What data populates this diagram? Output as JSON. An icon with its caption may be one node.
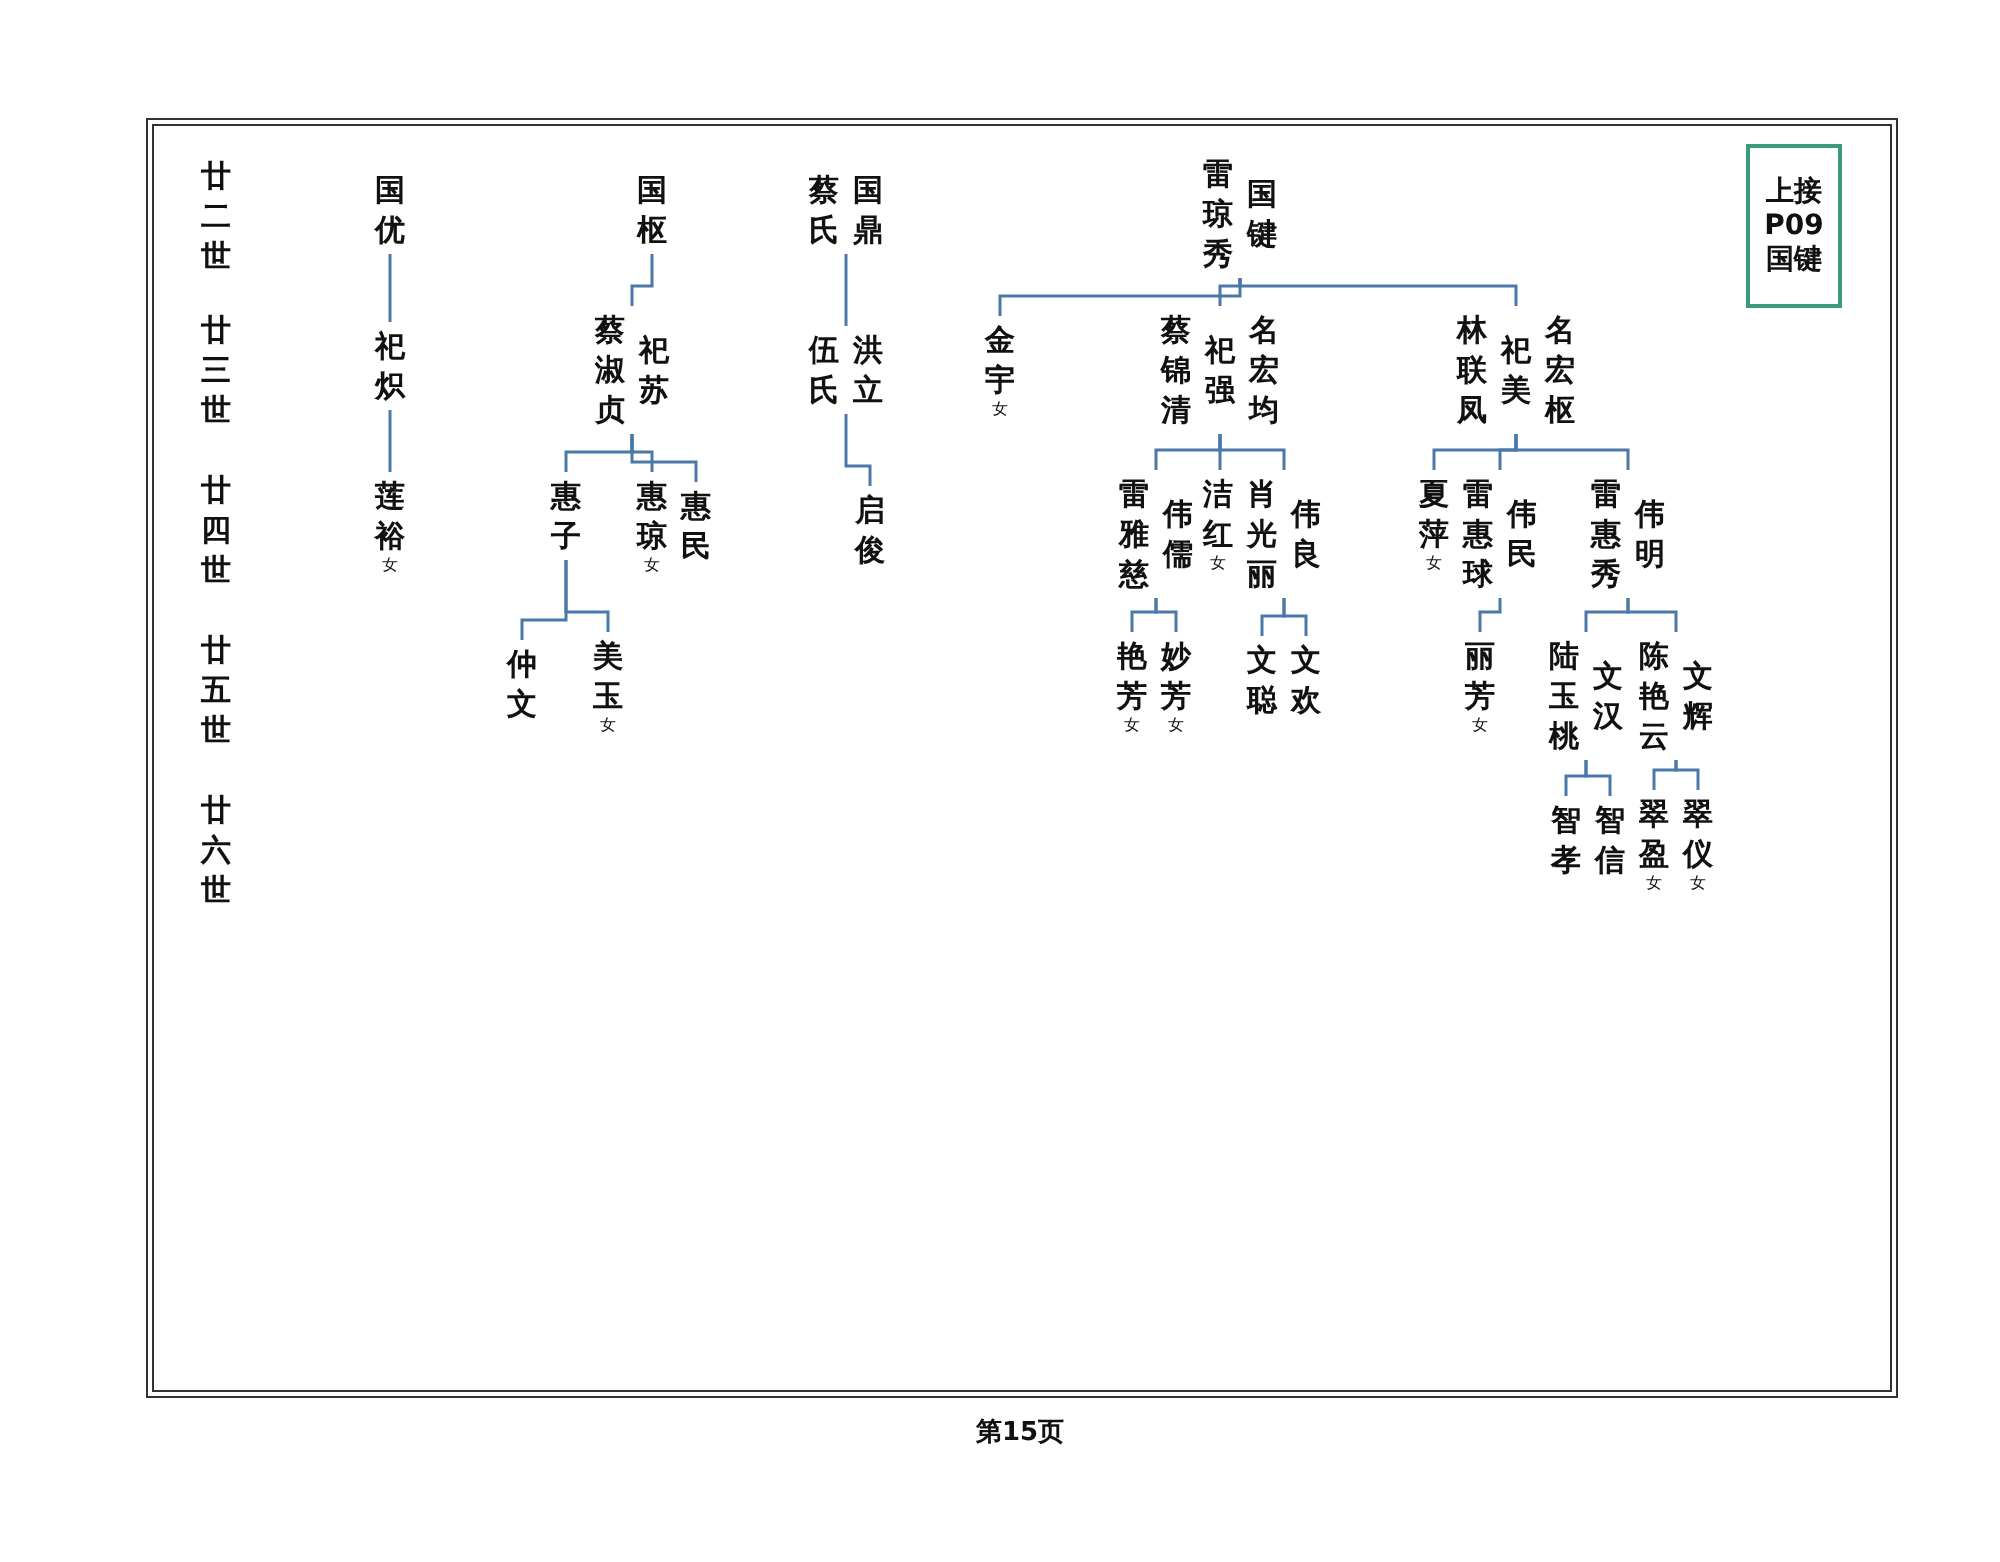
{
  "diagram": {
    "nodes": [
      {
        "text": [
          "国优"
        ]
      },
      {
        "text": [
          "祀炽"
        ]
      },
      {
        "text": [
          "莲裕"
        ],
        "beside": [
          "女"
        ]
      },
      {
        "text": [
          "国枢"
        ]
      },
      {
        "text": [
          "蔡淑贞",
          "祀苏"
        ]
      },
      {
        "text": [
          "惠子"
        ]
      },
      {
        "text": [
          "惠琼"
        ],
        "beside": [
          "女"
        ]
      },
      {
        "text": [
          "惠民"
        ]
      },
      {
        "text": [
          "仲文"
        ]
      },
      {
        "text": [
          "美玉"
        ],
        "beside": [
          "女"
        ]
      },
      {
        "text": [
          "蔡氏",
          "国鼎"
        ]
      },
      {
        "text": [
          "伍氏",
          "洪立"
        ]
      },
      {
        "text": [
          "启俊"
        ]
      },
      {
        "text": [
          "雷琼秀",
          "国键"
        ]
      },
      {
        "text": [
          "金宇"
        ],
        "beside": [
          "女"
        ]
      },
      {
        "text": [
          "蔡锦清",
          "祀强",
          "名宏均"
        ]
      },
      {
        "text": [
          "雷雅慈",
          "伟儒"
        ]
      },
      {
        "text": [
          "洁红"
        ],
        "beside": [
          "女"
        ]
      },
      {
        "text": [
          "肖光丽",
          "伟良"
        ]
      },
      {
        "text": [
          "艳芳"
        ],
        "beside": [
          "女"
        ]
      },
      {
        "text": [
          "妙芳"
        ],
        "beside": [
          "女"
        ]
      },
      {
        "text": [
          "文聪"
        ]
      },
      {
        "text": [
          "文欢"
        ]
      },
      {
        "text": [
          "林联凤",
          "祀美",
          "名宏枢"
        ]
      },
      {
        "text": [
          "夏萍"
        ],
        "beside": [
          "女"
        ]
      },
      {
        "text": [
          "雷惠球",
          "伟民"
        ]
      },
      {
        "text": [
          "雷惠秀",
          "伟明"
        ]
      },
      {
        "text": [
          "丽芳"
        ],
        "beside": [
          "女"
        ]
      },
      {
        "text": [
          "陆玉桃",
          "文汉"
        ]
      },
      {
        "text": [
          "陈艳云",
          "文辉"
        ]
      },
      {
        "text": [
          "智孝"
        ]
      },
      {
        "text": [
          "智信"
        ]
      },
      {
        "text": [
          "翠盈"
        ],
        "beside": [
          "女"
        ]
      },
      {
        "text": [
          "翠仪"
        ],
        "beside": [
          "女"
        ]
      },
      {
        "text": [
          "上接P09国键"
        ]
      }
    ],
    "edges": [
      {
        "from": 0,
        "to": 1,
        "arrow": "none"
      },
      {
        "from": 1,
        "to": 2,
        "arrow": "none"
      },
      {
        "from": 3,
        "to": 4,
        "arrow": "none"
      },
      {
        "from": 4,
        "to": 5,
        "arrow": "none"
      },
      {
        "from": 4,
        "to": 6,
        "arrow": "none"
      },
      {
        "from": 4,
        "to": 7,
        "arrow": "none"
      },
      {
        "from": 5,
        "to": 8,
        "arrow": "none"
      },
      {
        "from": 5,
        "to": 9,
        "arrow": "none"
      },
      {
        "from": 10,
        "to": 11,
        "arrow": "none"
      },
      {
        "from": 11,
        "to": 12,
        "arrow": "none"
      },
      {
        "from": 13,
        "to": 14,
        "arrow": "none"
      },
      {
        "from": 13,
        "to": 15,
        "arrow": "none"
      },
      {
        "from": 13,
        "to": 23,
        "arrow": "none"
      },
      {
        "from": 15,
        "to": 16,
        "arrow": "none"
      },
      {
        "from": 15,
        "to": 17,
        "arrow": "none"
      },
      {
        "from": 15,
        "to": 18,
        "arrow": "none"
      },
      {
        "from": 16,
        "to": 19,
        "arrow": "none"
      },
      {
        "from": 16,
        "to": 20,
        "arrow": "none"
      },
      {
        "from": 18,
        "to": 21,
        "arrow": "none"
      },
      {
        "from": 18,
        "to": 22,
        "arrow": "none"
      },
      {
        "from": 23,
        "to": 24,
        "arrow": "none"
      },
      {
        "from": 23,
        "to": 25,
        "arrow": "none"
      },
      {
        "from": 23,
        "to": 26,
        "arrow": "none"
      },
      {
        "from": 25,
        "to": 27,
        "arrow": "none"
      },
      {
        "from": 26,
        "to": 28,
        "arrow": "none"
      },
      {
        "from": 26,
        "to": 29,
        "arrow": "none"
      },
      {
        "from": 28,
        "to": 30,
        "arrow": "none"
      },
      {
        "from": 28,
        "to": 31,
        "arrow": "none"
      },
      {
        "from": 29,
        "to": 32,
        "arrow": "none"
      },
      {
        "from": 29,
        "to": 33,
        "arrow": "none"
      }
    ],
    "labels": [
      "廿二世",
      "廿三世",
      "廿四世",
      "廿五世",
      "廿六世",
      "第15页"
    ]
  }
}
